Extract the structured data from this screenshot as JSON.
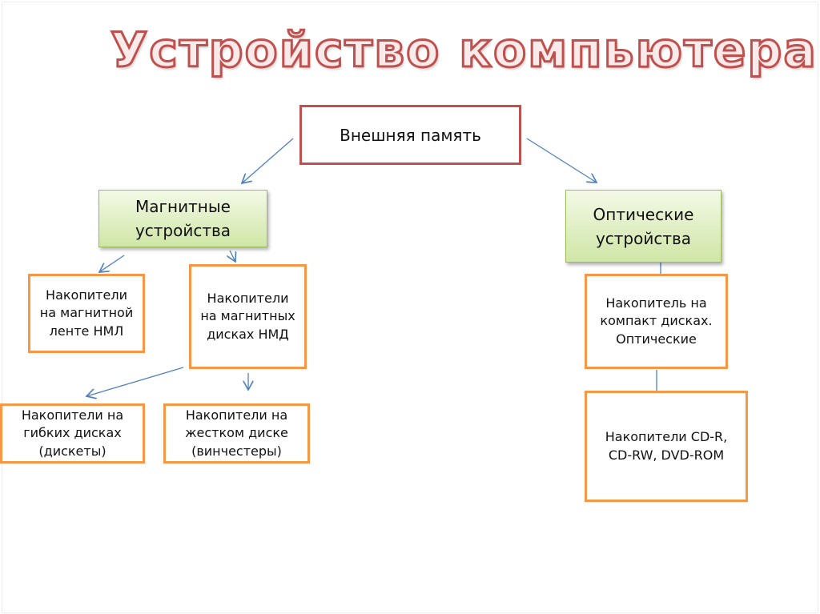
{
  "title": "Устройство компьютера",
  "nodes": {
    "external_memory": "Внешняя память",
    "magnetic": "Магнитные устройства",
    "optical": "Оптические устройства",
    "tape": "Накопители на магнитной ленте НМЛ",
    "disks": "Накопители на магнитных дисках НМД",
    "floppy": "Накопители на гибких дисках (дискеты)",
    "hdd": "Накопители на жестком диске (винчестеры)",
    "cd": "Накопитель на компакт дисках. Оптические",
    "cdr": "Накопители CD-R, CD-RW, DVD-ROM"
  }
}
